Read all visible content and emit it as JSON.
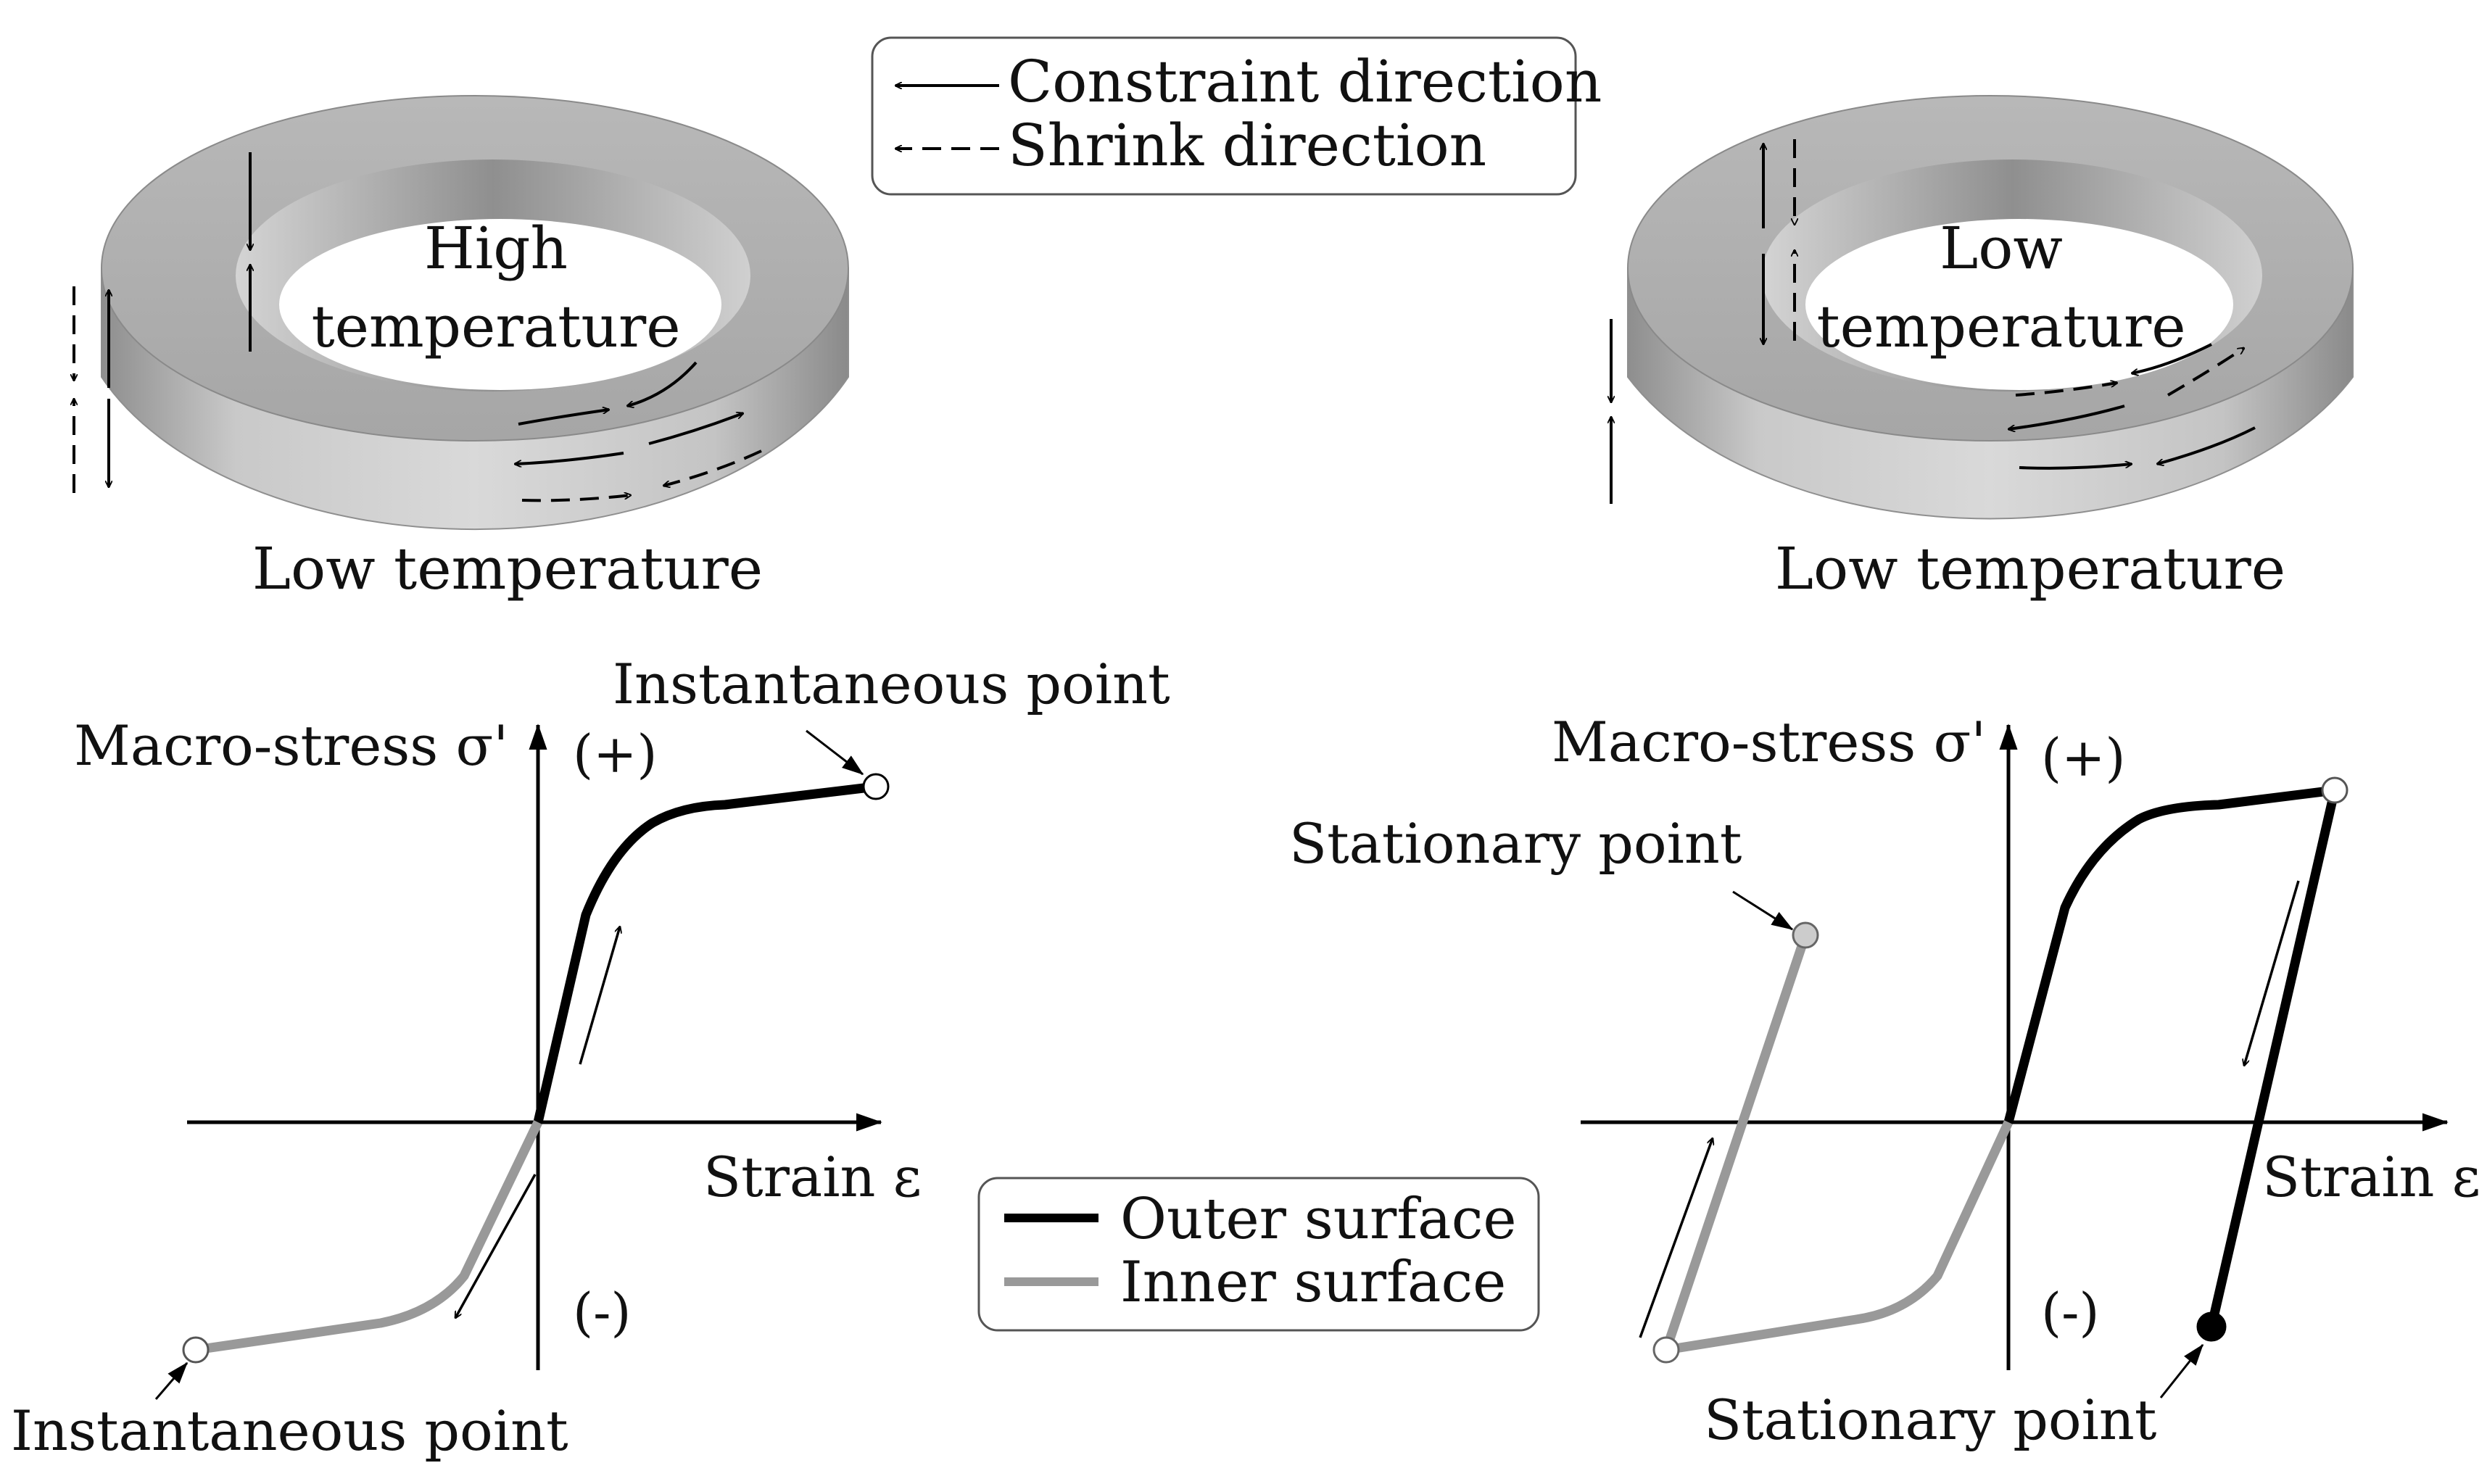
{
  "legend_top": {
    "constraint_label": "Constraint direction",
    "shrink_label": "Shrink direction"
  },
  "left_ring": {
    "inner_label_line1": "High",
    "inner_label_line2": "temperature",
    "outer_label": "Low temperature"
  },
  "right_ring": {
    "inner_label_line1": "Low",
    "inner_label_line2": "temperature",
    "outer_label": "Low temperature"
  },
  "left_plot": {
    "y_label": "Macro-stress σ'",
    "x_label": "Strain ε",
    "plus": "(+)",
    "minus": "(-)",
    "top_point_label": "Instantaneous point",
    "bottom_point_label": "Instantaneous point"
  },
  "right_plot": {
    "y_label": "Macro-stress σ'",
    "x_label": "Strain ε",
    "plus": "(+)",
    "minus": "(-)",
    "top_point_label": "Stationary point",
    "bottom_point_label": "Stationary point"
  },
  "legend_bottom": {
    "outer_label": "Outer surface",
    "inner_label": "Inner surface"
  },
  "colors": {
    "outer_curve": "#000000",
    "inner_curve": "#999999",
    "ring_fill": "#bdbdbd"
  }
}
